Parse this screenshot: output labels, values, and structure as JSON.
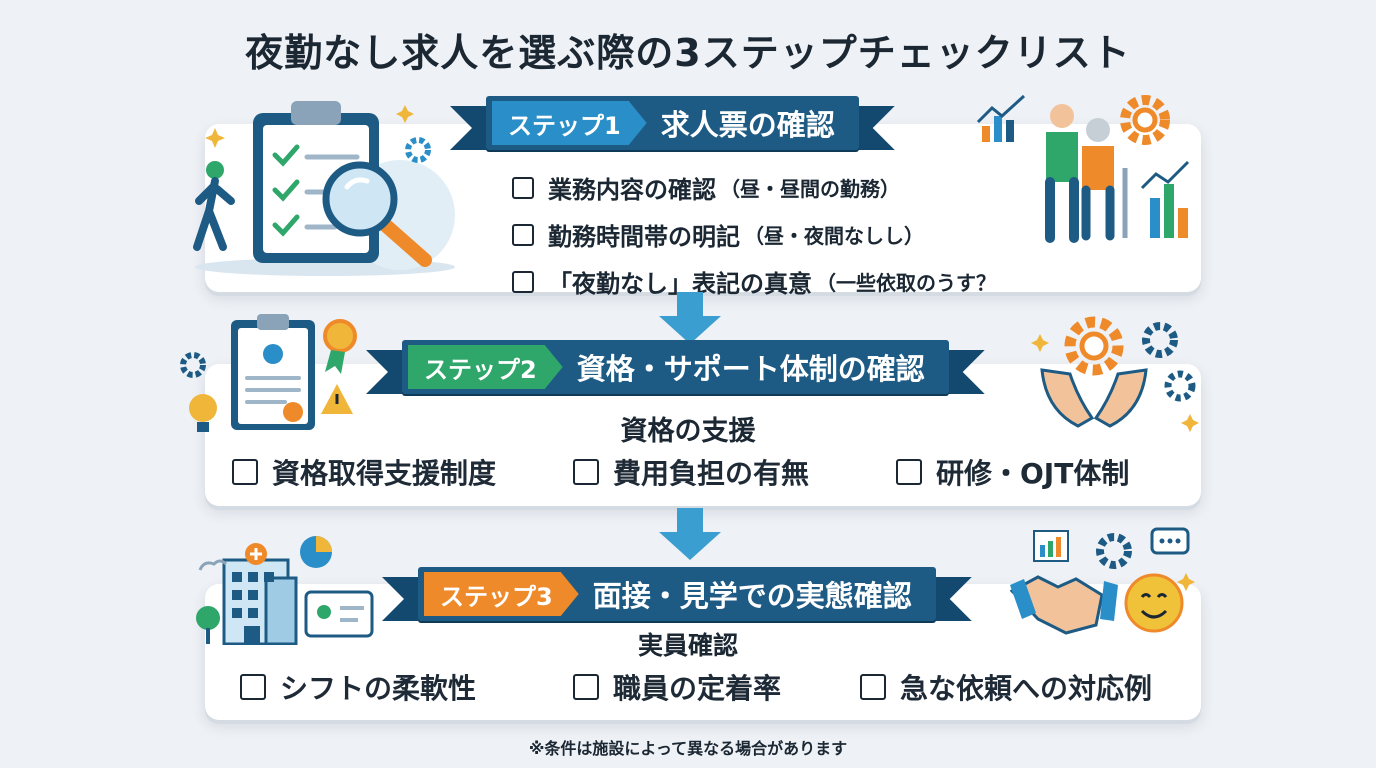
{
  "title": "夜勤なし求人を選ぶ際の3ステップチェックリスト",
  "steps": [
    {
      "badge": "ステップ1",
      "label": "求人票の確認",
      "items": [
        {
          "text": "業務内容の確認",
          "note": "（昼・昼間の勤務）"
        },
        {
          "text": "勤務時間帯の明記",
          "note": "（昼・夜間なしし）"
        },
        {
          "text": "「夜勤なし」表記の真意",
          "note": "（一些依取のうす？"
        }
      ]
    },
    {
      "badge": "ステップ2",
      "label": "資格・サポート体制の確認",
      "subhead": "資格の支援",
      "items": [
        "資格取得支援制度",
        "費用負担の有無",
        "研修・OJT体制"
      ]
    },
    {
      "badge": "ステップ3",
      "label": "面接・見学での実態確認",
      "subhead": "実員確認",
      "items": [
        "シフトの柔軟性",
        "職員の定着率",
        "急な依頼への対応例"
      ]
    }
  ],
  "footnote": "※条件は施設によって異なる場合があります",
  "colors": {
    "ribbon": "#1d5b85",
    "ribbon_dark": "#13496e",
    "badge1": "#2a8fc8",
    "badge2": "#2fa66a",
    "badge3": "#ef8a2a",
    "arrow": "#3a9ed0"
  },
  "icons": [
    "clipboard-icon",
    "magnifier-icon",
    "walking-person-icon",
    "caregiver-elderly-icon",
    "gear-icon",
    "bar-chart-icon",
    "certificate-icon",
    "medal-icon",
    "lightbulb-icon",
    "warning-icon",
    "hands-icon",
    "hospital-building-icon",
    "pie-chart-icon",
    "id-card-icon",
    "handshake-icon",
    "smiley-icon",
    "speech-bubble-icon",
    "tree-icon"
  ]
}
